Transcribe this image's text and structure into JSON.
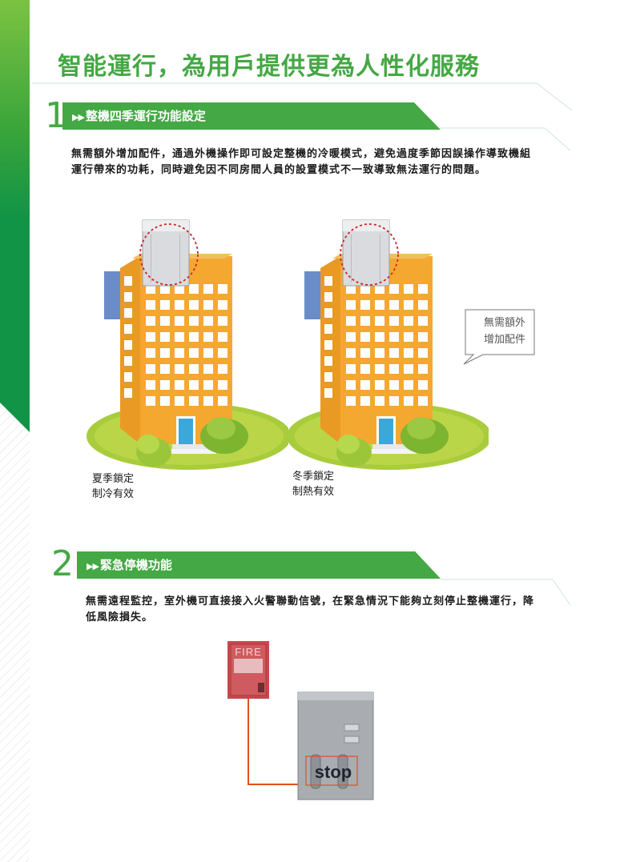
{
  "title": "智能運行，為用戶提供更為人性化服務",
  "section1": {
    "number": "1",
    "heading": "整機四季運行功能設定",
    "body": "無需額外增加配件，通過外機操作即可設定整機的冷暖模式，避免過度季節因誤操作導致機組運行帶來的功耗，同時避免因不同房間人員的設置模式不一致導致無法運行的問題。",
    "caption_summer_line1": "夏季鎖定",
    "caption_summer_line2": "制冷有效",
    "caption_winter_line1": "冬季鎖定",
    "caption_winter_line2": "制熱有效",
    "callout_line1": "無需額外",
    "callout_line2": "增加配件"
  },
  "section2": {
    "number": "2",
    "heading": "緊急停機功能",
    "body": "無需遠程監控，室外機可直接接入火警聯動信號，在緊急情況下能夠立刻停止整機運行，降低風險損失。",
    "fire_label": "FIRE",
    "stop_label": "stop"
  },
  "colors": {
    "brand_green": "#44a844",
    "building_orange": "#f2a22a",
    "fire_red": "#c9474c",
    "wire_red": "#e0501e"
  }
}
